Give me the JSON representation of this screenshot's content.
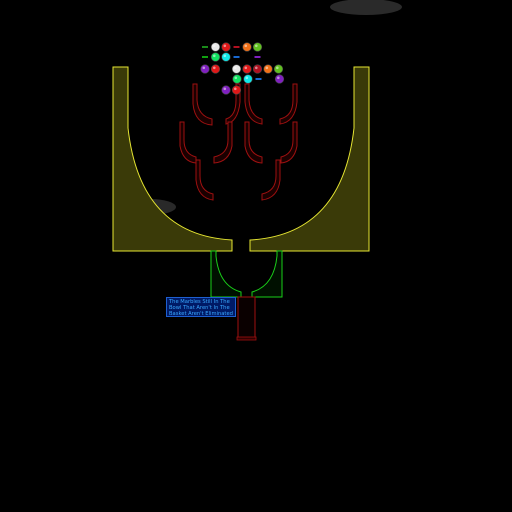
{
  "scene": {
    "hint_text": "The Marbles Still In The Bowl That Aren't In The Basket Aren't Eliminated",
    "colors": {
      "background": "#000000",
      "bowl_fill": "#3a3a08",
      "bowl_stroke": "#e6e632",
      "funnel_stroke": "#9e1010",
      "cup_stroke": "#19d019",
      "tube_stroke": "#a01010",
      "cloud": "#2c2c2c"
    },
    "marble_rows": [
      {
        "marbles": [
          {
            "color": "#1a8a1a",
            "icon": "dash"
          },
          {
            "color": "#e8e8e8",
            "icon": "marble-icon"
          },
          {
            "color": "#e01818",
            "icon": "marble-icon"
          },
          {
            "color": "#b01020",
            "icon": "dash"
          },
          {
            "color": "#f07018",
            "icon": "marble-icon"
          },
          {
            "color": "#60c020",
            "icon": "marble-icon"
          }
        ]
      },
      {
        "marbles": [
          {
            "color": "#10a010",
            "icon": "dash"
          },
          {
            "color": "#10e060",
            "icon": "marble-icon"
          },
          {
            "color": "#10e8e8",
            "icon": "marble-icon"
          },
          {
            "color": "#1868d0",
            "icon": "dash"
          },
          {
            "color": "#8020c0",
            "icon": "dash"
          }
        ]
      },
      {
        "marbles": [
          {
            "color": "#8020c0",
            "icon": "marble-icon"
          },
          {
            "color": "#e01818",
            "icon": "marble-icon"
          },
          {
            "color": "#e8e8e8",
            "icon": "marble-icon"
          },
          {
            "color": "#e01818",
            "icon": "marble-icon"
          },
          {
            "color": "#b01020",
            "icon": "marble-icon"
          },
          {
            "color": "#f07018",
            "icon": "marble-icon"
          },
          {
            "color": "#60c020",
            "icon": "marble-icon"
          }
        ]
      },
      {
        "marbles": [
          {
            "color": "#10e060",
            "icon": "marble-icon"
          },
          {
            "color": "#10e8e8",
            "icon": "marble-icon"
          },
          {
            "color": "#1868d0",
            "icon": "dash"
          },
          {
            "color": "#8020c0",
            "icon": "marble-icon"
          }
        ]
      },
      {
        "marbles": [
          {
            "color": "#8020c0",
            "icon": "marble-icon"
          },
          {
            "color": "#e01818",
            "icon": "marble-icon"
          }
        ]
      }
    ]
  }
}
